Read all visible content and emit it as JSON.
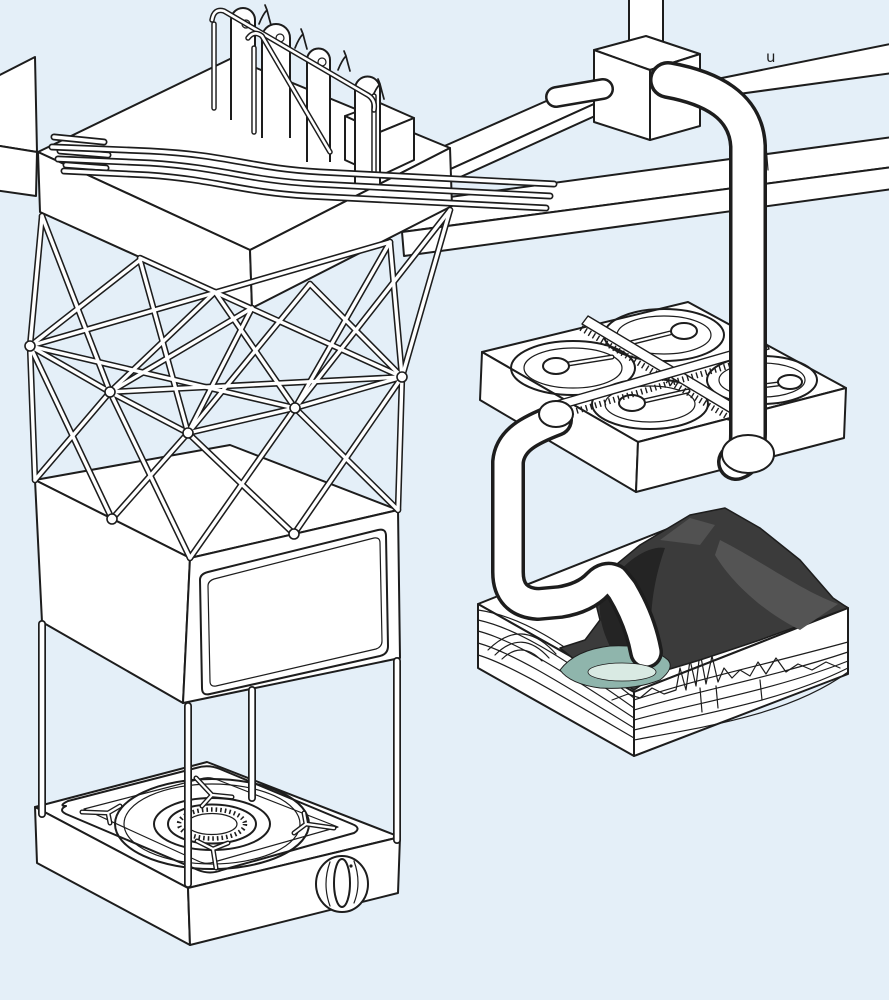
{
  "illustration": {
    "caption": "Hand-drawn isometric illustration of a surreal machine: a platform of tube figures feeds pipes over a lattice truss tower standing on a screen box heated by a camping gas stove; a junction block routes a large pipe to a four-basin measuring platform that drains into a dark mountain terrain model with geological strata and a small teal pool.",
    "marks": {
      "junction_band_mark": "u"
    },
    "colors": {
      "bg": "#e4eff8",
      "ink": "#1d1d1d",
      "paper": "#ffffff",
      "mountain": "#3b3b3b",
      "mountain_dark": "#242424",
      "mountain_light": "#545454",
      "pool_teal": "#8fb5ac",
      "pool_teal_light": "#d9eae3"
    },
    "components": [
      "tube-figure-platform",
      "tube-figures",
      "bird-marks",
      "capillary-pipes",
      "platform-fork-pipes",
      "transport-bands",
      "pipe-junction",
      "main-pipe",
      "lattice-truss",
      "screen-box",
      "stand-legs",
      "gas-stove",
      "control-knob",
      "basin-platform",
      "stirring-ladles",
      "measuring-strips",
      "descent-pipe",
      "terrain-model",
      "strata-layers",
      "mountain",
      "terrain-pool",
      "seismic-profile"
    ]
  }
}
